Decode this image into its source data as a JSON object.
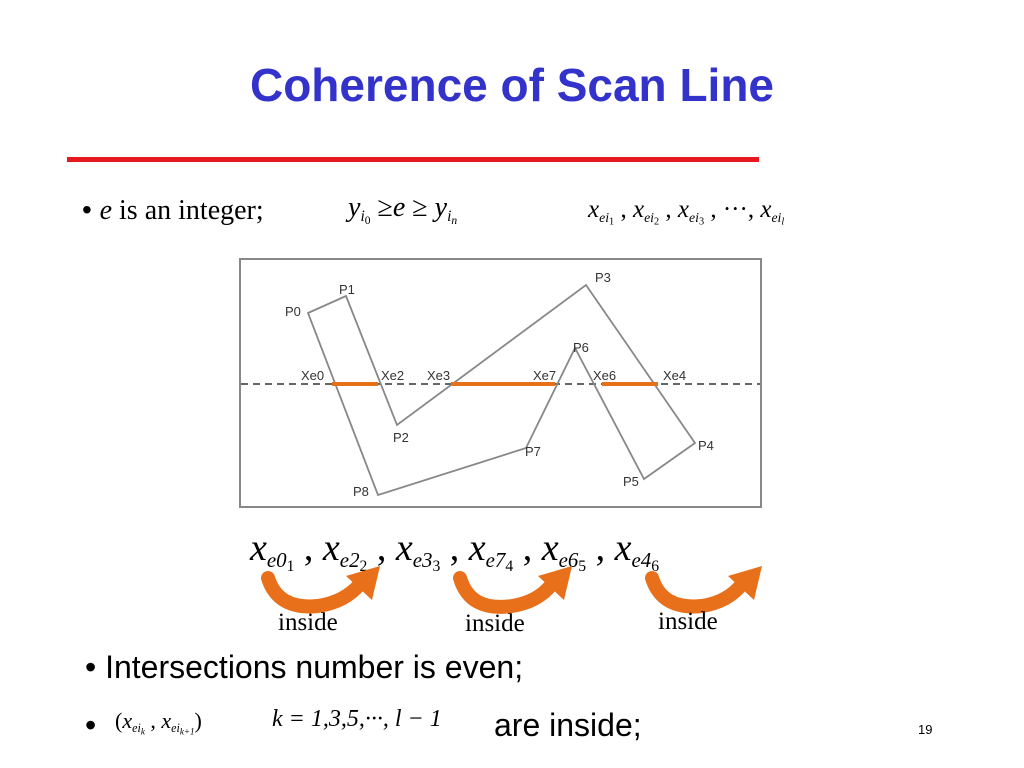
{
  "title": "Coherence of Scan Line",
  "bullet1": {
    "e": "e",
    "text": " is an integer; ",
    "cond": {
      "y0": "y",
      "y0_sub": "i",
      "y0_subsub": "0",
      "ge1": " ≥",
      "e": "e",
      "ge2": " ≥ ",
      "yn": "y",
      "yn_sub": "i",
      "yn_subsub": "n"
    },
    "seq": {
      "x": "x",
      "subs": [
        {
          "base": "ei",
          "idx": "1"
        },
        {
          "base": "ei",
          "idx": "2"
        },
        {
          "base": "ei",
          "idx": "3"
        },
        {
          "base": "ei",
          "idx": "l"
        }
      ],
      "ellipsis": "···"
    }
  },
  "figure": {
    "points": {
      "P0": "P0",
      "P1": "P1",
      "P2": "P2",
      "P3": "P3",
      "P4": "P4",
      "P5": "P5",
      "P6": "P6",
      "P7": "P7",
      "P8": "P8"
    },
    "intersections": [
      "Xe0",
      "Xe2",
      "Xe3",
      "Xe7",
      "Xe6",
      "Xe4"
    ],
    "colors": {
      "polygon": "#888888",
      "span": "#e8701a",
      "scan": "#333333"
    }
  },
  "sequence": [
    {
      "x": "x",
      "sub": "e0",
      "idx": "1"
    },
    {
      "x": "x",
      "sub": "e2",
      "idx": "2"
    },
    {
      "x": "x",
      "sub": "e3",
      "idx": "3"
    },
    {
      "x": "x",
      "sub": "e7",
      "idx": "4"
    },
    {
      "x": "x",
      "sub": "e6",
      "idx": "5"
    },
    {
      "x": "x",
      "sub": "e4",
      "idx": "6"
    }
  ],
  "inside_labels": [
    "inside",
    "inside",
    "inside"
  ],
  "bullet2": "Intersections number is even;",
  "bullet3": {
    "pair_open": "(",
    "x": "x",
    "sub1": "ei",
    "sub1_idx": "k",
    "sub2": "ei",
    "sub2_idx": "k+1",
    "pair_close": ")",
    "k_expr": "k = 1,3,5,···, l − 1",
    "text": "are inside;"
  },
  "page_number": "19",
  "colors": {
    "title": "#3333cc",
    "rule": "#e8191e",
    "arrow": "#e8701a"
  }
}
